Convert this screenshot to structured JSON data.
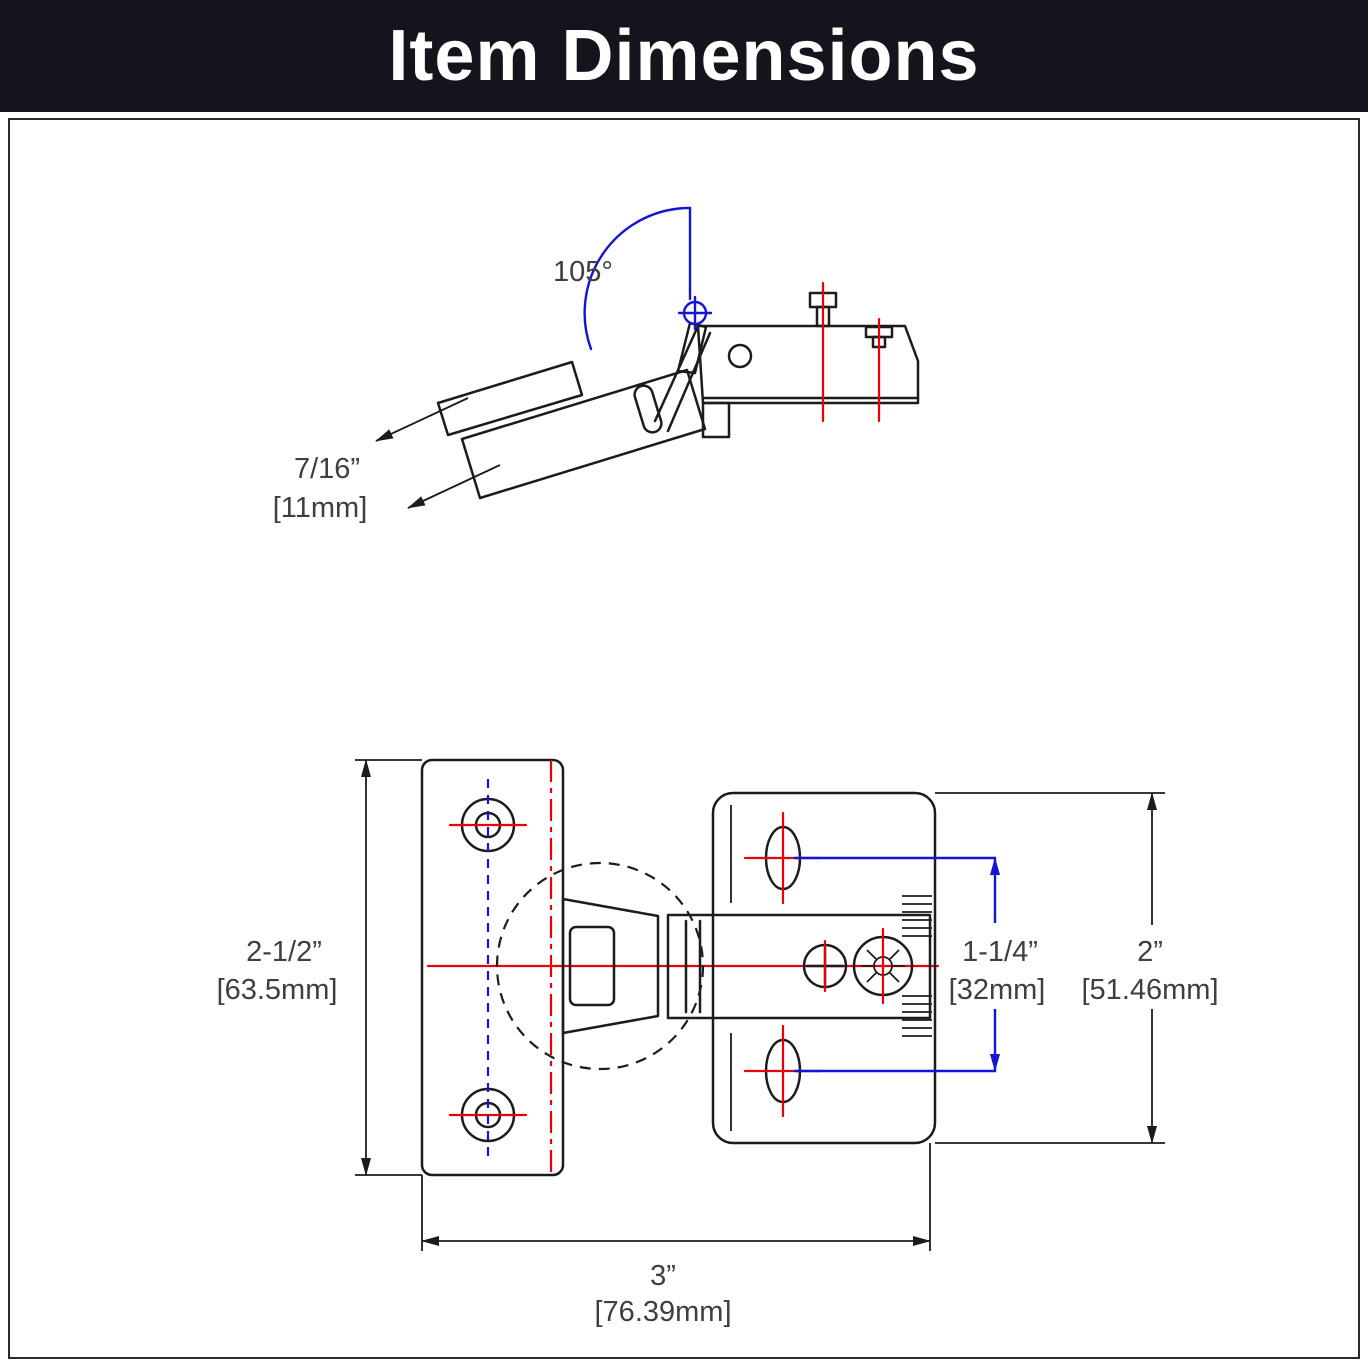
{
  "header": {
    "title": "Item Dimensions"
  },
  "colors": {
    "header_bg": "#14141c",
    "outline": "#1c1c1c",
    "centerline_red": "#e8000b",
    "dimension_blue": "#1414d4",
    "label_text": "#3f3f3f"
  },
  "side_view": {
    "opening_angle": "105°",
    "overlay_depth_in": "7/16”",
    "overlay_depth_mm": "[11mm]"
  },
  "top_view": {
    "plate_height_in": "2-1/2”",
    "plate_height_mm": "[63.5mm]",
    "hole_spacing_in": "1-1/4”",
    "hole_spacing_mm": "[32mm]",
    "base_plate_height_in": "2”",
    "base_plate_height_mm": "[51.46mm]",
    "overall_width_in": "3”",
    "overall_width_mm": "[76.39mm]"
  }
}
